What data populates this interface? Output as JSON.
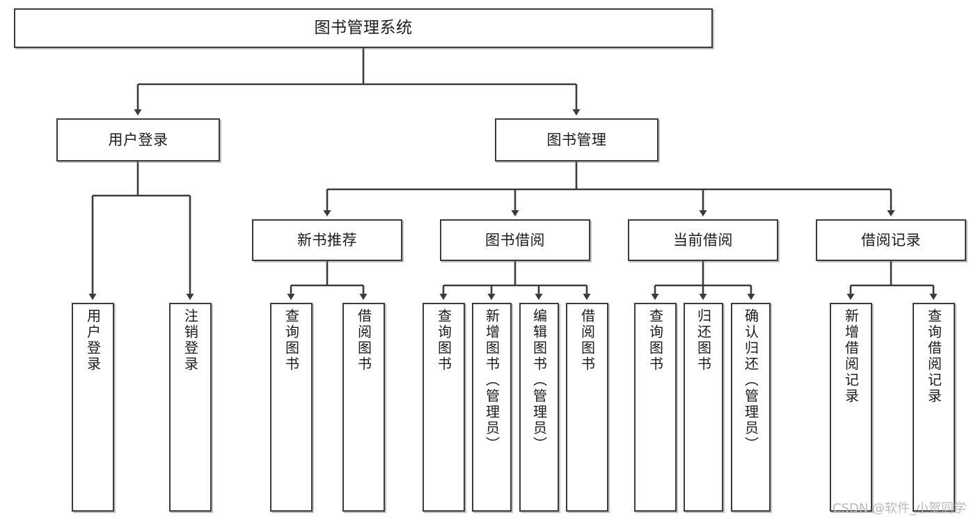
{
  "diagram": {
    "type": "hierarchy-tree",
    "title": "图书管理系统",
    "root": {
      "label": "图书管理系统"
    },
    "level2": [
      {
        "label": "用户登录"
      },
      {
        "label": "图书管理"
      }
    ],
    "level3": [
      {
        "label": "新书推荐"
      },
      {
        "label": "图书借阅"
      },
      {
        "label": "当前借阅"
      },
      {
        "label": "借阅记录"
      }
    ],
    "leaves": {
      "user_login": [
        {
          "label": "用户登录"
        },
        {
          "label": "注销登录"
        }
      ],
      "new_book": [
        {
          "label": "查询图书"
        },
        {
          "label": "借阅图书"
        }
      ],
      "book_borrow": [
        {
          "label": "查询图书"
        },
        {
          "label": "新增图书（管理员）"
        },
        {
          "label": "编辑图书（管理员）"
        },
        {
          "label": "借阅图书"
        }
      ],
      "current_borrow": [
        {
          "label": "查询图书"
        },
        {
          "label": "归还图书"
        },
        {
          "label": "确认归还（管理员）"
        }
      ],
      "borrow_record": [
        {
          "label": "新增借阅记录"
        },
        {
          "label": "查询借阅记录"
        }
      ]
    }
  },
  "watermark": {
    "text": "CSDN @软件_小贺同学"
  },
  "colors": {
    "stroke": "#3b3b3b",
    "fill": "#ffffff",
    "text": "#1b1b1b",
    "watermark": "#b9b9b9"
  }
}
